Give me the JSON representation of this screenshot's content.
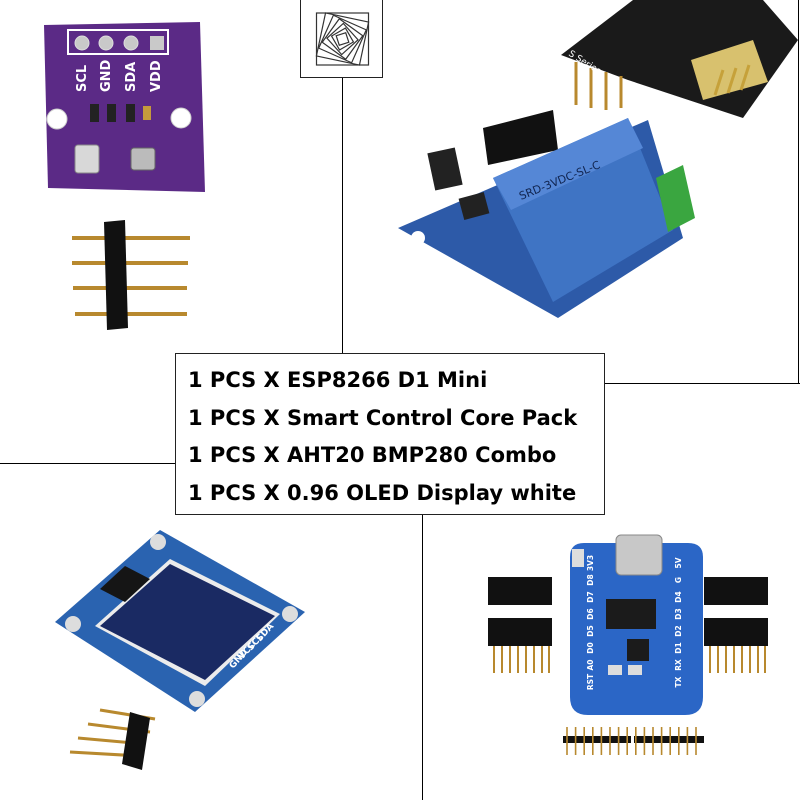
{
  "caption": {
    "lines": [
      "1 PCS X ESP8266 D1 Mini",
      "1 PCS X Smart Control Core Pack",
      "1 PCS X AHT20 BMP280 Combo",
      "1 PCS X 0.96 OLED Display white"
    ]
  },
  "sensor_board": {
    "pins": [
      "SCL",
      "GND",
      "SDA",
      "VDD"
    ],
    "color": "#5b2a86"
  },
  "relay_module": {
    "relay_label": "SRD-3VDC-SL-C",
    "board_color": "#2d5aa8",
    "relay_color": "#3f74c4",
    "terminal_color": "#3aa640"
  },
  "esp01": {
    "label": "S Series",
    "board_color": "#1a1a1a"
  },
  "oled": {
    "pins": [
      "GND",
      "VCC",
      "SCL",
      "SDA"
    ],
    "board_color": "#2a63b0",
    "screen_color": "#1a2a63"
  },
  "d1_mini": {
    "left_pins": [
      "3V3",
      "D8",
      "D7",
      "D6",
      "D5",
      "D0",
      "A0",
      "RST"
    ],
    "right_pins": [
      "5V",
      "G",
      "D4",
      "D3",
      "D2",
      "D1",
      "RX",
      "TX"
    ],
    "board_color": "#2b66c6"
  },
  "colors": {
    "header_pin": "#b8892e",
    "header_plastic": "#111111",
    "divider": "#000000"
  }
}
